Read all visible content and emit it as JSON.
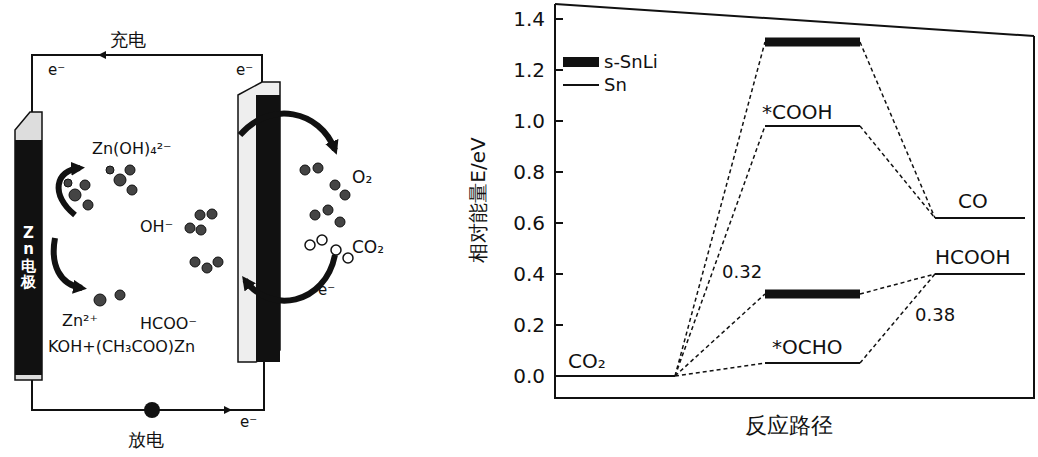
{
  "diagram": {
    "nodes": [
      {
        "text": [
          "Zn电极"
        ]
      }
    ],
    "labels": [
      "充电",
      "e⁻",
      "e⁻",
      "Zn(OH)₄²⁻",
      "OH⁻",
      "O₂",
      "CO₂",
      "e⁻",
      "Zn²⁺",
      "HCOO⁻",
      "KOH+(CH₃COO)Zn",
      "e⁻",
      "放电",
      "相对能量E/eV",
      "1.4",
      "1.2",
      "1.0",
      "0.8",
      "0.6",
      "0.4",
      "0.2",
      "0.0",
      "*COOH",
      "CO",
      "HCOOH",
      "0.32",
      "*OCHO",
      "0.38",
      "CO₂",
      "反应路径"
    ],
    "legend": [
      {
        "text": "s-SnLi"
      },
      {
        "text": "Sn"
      }
    ]
  }
}
